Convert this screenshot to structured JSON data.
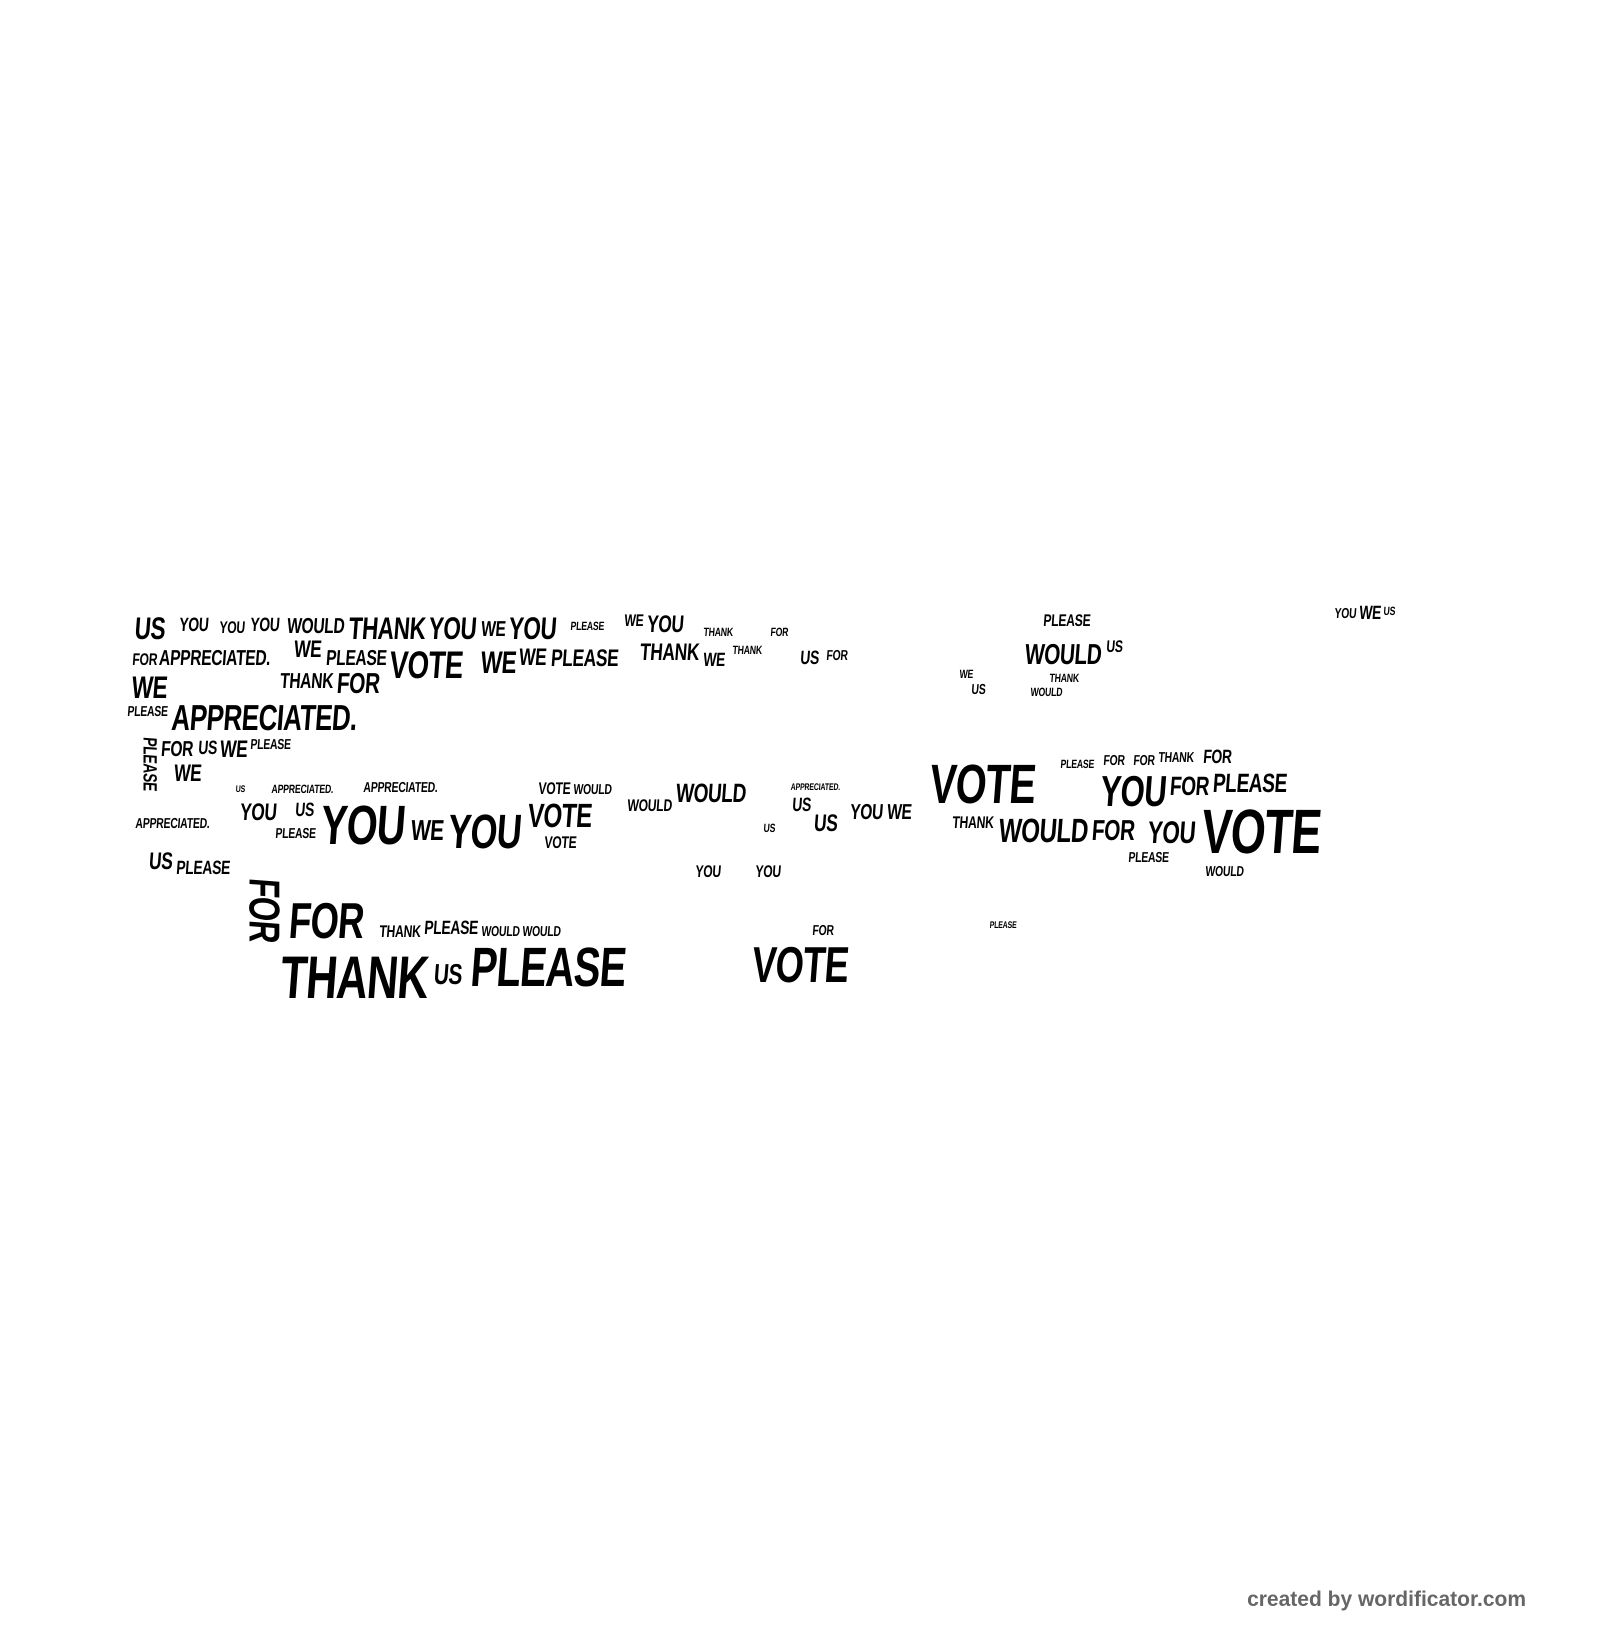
{
  "word_cloud": {
    "words": [
      "US",
      "YOU",
      "YOU",
      "YOU",
      "WOULD",
      "THANK",
      "YOU",
      "WE",
      "YOU",
      "WE",
      "PLEASE",
      "WE",
      "YOU",
      "THANK",
      "APPRECIATED.",
      "WE",
      "PLEASE",
      "VOTE",
      "WE",
      "PLEASE",
      "THANK",
      "WE",
      "FOR",
      "THANK",
      "APPRECIATED.",
      "WE",
      "FOR",
      "PLEASE",
      "FOR",
      "US",
      "WE",
      "PLEASE",
      "WE",
      "PLEASE",
      "YOU",
      "YOU",
      "WE",
      "VOTE",
      "APPRECIATED.",
      "WOULD",
      "WOULD",
      "WOULD",
      "US",
      "YOU",
      "PLEASE",
      "APPRECIATED.",
      "US",
      "PLEASE",
      "FOR",
      "FOR",
      "THANK",
      "US",
      "PLEASE",
      "THANK",
      "PLEASE",
      "WOULD",
      "WOULD",
      "VOTE",
      "FOR",
      "YOU",
      "YOU",
      "VOTE",
      "WOULD",
      "PLEASE",
      "US",
      "THANK",
      "WOULD",
      "YOU",
      "FOR",
      "PLEASE",
      "VOTE",
      "FOR",
      "YOU",
      "FOR",
      "THANK",
      "US",
      "US",
      "YOU",
      "WE",
      "THANK",
      "FOR",
      "PLEASE",
      "WOULD",
      "PLEASE",
      "FOR",
      "YOU",
      "WE",
      "US",
      "PLEASE",
      "US",
      "WE",
      "WOULD",
      "VOTE",
      "VOTE",
      "FOR",
      "US",
      "FOR",
      "APPRECIATED.",
      "THANK",
      "APPRECIATED.",
      "US",
      "US"
    ]
  },
  "footer": {
    "credit": "created by wordificator.com"
  }
}
